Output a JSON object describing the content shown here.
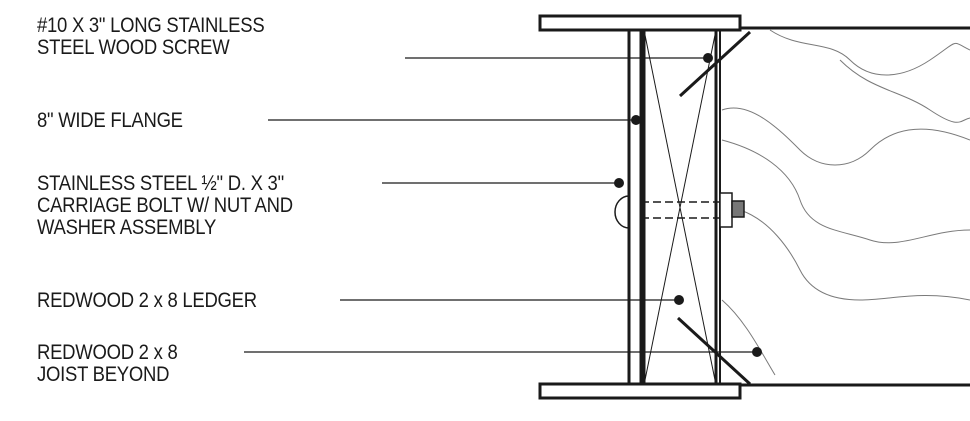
{
  "callouts": [
    {
      "id": "screw",
      "lines": [
        "#10 X 3\" LONG STAINLESS",
        "STEEL WOOD SCREW"
      ]
    },
    {
      "id": "flange",
      "lines": [
        "8\" WIDE FLANGE"
      ]
    },
    {
      "id": "bolt",
      "lines": [
        "STAINLESS STEEL ½\" D. X 3\"",
        "CARRIAGE BOLT W/ NUT AND",
        "WASHER ASSEMBLY"
      ]
    },
    {
      "id": "ledger",
      "lines": [
        "REDWOOD 2 x 8 LEDGER"
      ]
    },
    {
      "id": "joist",
      "lines": [
        "REDWOOD 2 x 8",
        "JOIST BEYOND"
      ]
    }
  ],
  "colors": {
    "ink": "#1a1a1a",
    "grain": "#7a7a7a",
    "paper": "#ffffff"
  }
}
